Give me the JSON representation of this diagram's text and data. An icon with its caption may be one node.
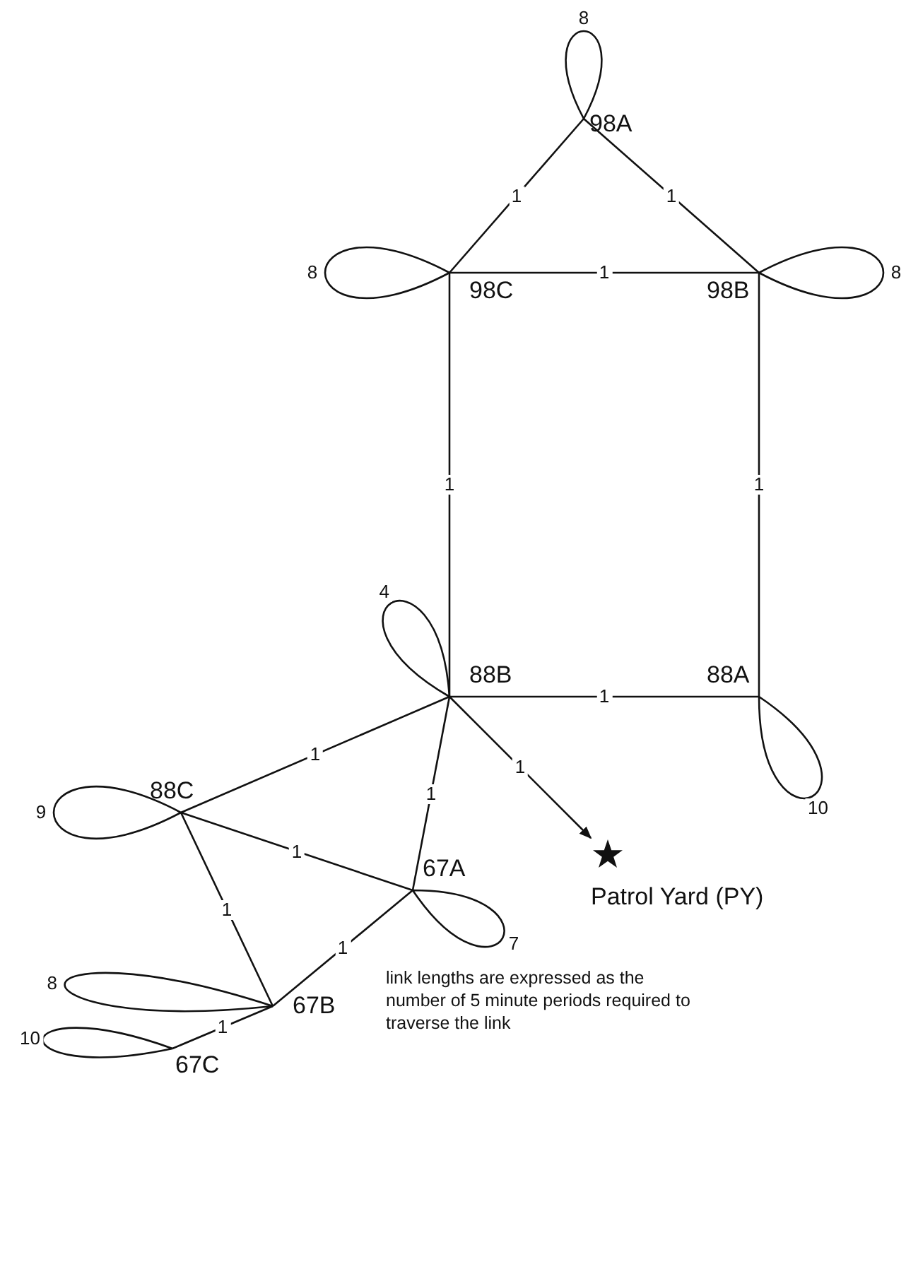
{
  "diagram": {
    "nodes": [
      {
        "text": [
          "98A"
        ]
      },
      {
        "text": [
          "98C"
        ]
      },
      {
        "text": [
          "98B"
        ]
      },
      {
        "text": [
          "88B"
        ]
      },
      {
        "text": [
          "88A"
        ]
      },
      {
        "text": [
          "88C"
        ]
      },
      {
        "text": [
          "67A"
        ]
      },
      {
        "text": [
          "67B"
        ]
      },
      {
        "text": [
          "67C"
        ]
      },
      {
        "text": [
          "Patrol Yard (PY)"
        ]
      }
    ],
    "edges": [
      {
        "from": 0,
        "to": 0,
        "arrow": "none",
        "label": "8"
      },
      {
        "from": 0,
        "to": 1,
        "arrow": "none",
        "label": "1"
      },
      {
        "from": 0,
        "to": 2,
        "arrow": "none",
        "label": "1"
      },
      {
        "from": 1,
        "to": 1,
        "arrow": "none",
        "label": "8"
      },
      {
        "from": 1,
        "to": 2,
        "arrow": "none",
        "label": "1"
      },
      {
        "from": 2,
        "to": 2,
        "arrow": "none",
        "label": "8"
      },
      {
        "from": 1,
        "to": 3,
        "arrow": "none",
        "label": "1"
      },
      {
        "from": 2,
        "to": 4,
        "arrow": "none",
        "label": "1"
      },
      {
        "from": 3,
        "to": 3,
        "arrow": "none",
        "label": "4"
      },
      {
        "from": 3,
        "to": 4,
        "arrow": "none",
        "label": "1"
      },
      {
        "from": 4,
        "to": 4,
        "arrow": "none",
        "label": "10"
      },
      {
        "from": 3,
        "to": 5,
        "arrow": "none",
        "label": "1"
      },
      {
        "from": 3,
        "to": 6,
        "arrow": "none",
        "label": "1"
      },
      {
        "from": 3,
        "to": 9,
        "arrow": "to",
        "label": "1"
      },
      {
        "from": 5,
        "to": 5,
        "arrow": "none",
        "label": "9"
      },
      {
        "from": 5,
        "to": 6,
        "arrow": "none",
        "label": "1"
      },
      {
        "from": 6,
        "to": 6,
        "arrow": "none",
        "label": "7"
      },
      {
        "from": 5,
        "to": 7,
        "arrow": "none",
        "label": "1"
      },
      {
        "from": 6,
        "to": 7,
        "arrow": "none",
        "label": "1"
      },
      {
        "from": 7,
        "to": 7,
        "arrow": "none",
        "label": "8"
      },
      {
        "from": 7,
        "to": 8,
        "arrow": "none",
        "label": "1"
      },
      {
        "from": 8,
        "to": 8,
        "arrow": "none",
        "label": "10"
      }
    ],
    "labels": [
      "link lengths are expressed as the number of 5 minute periods required to traverse the link"
    ]
  }
}
